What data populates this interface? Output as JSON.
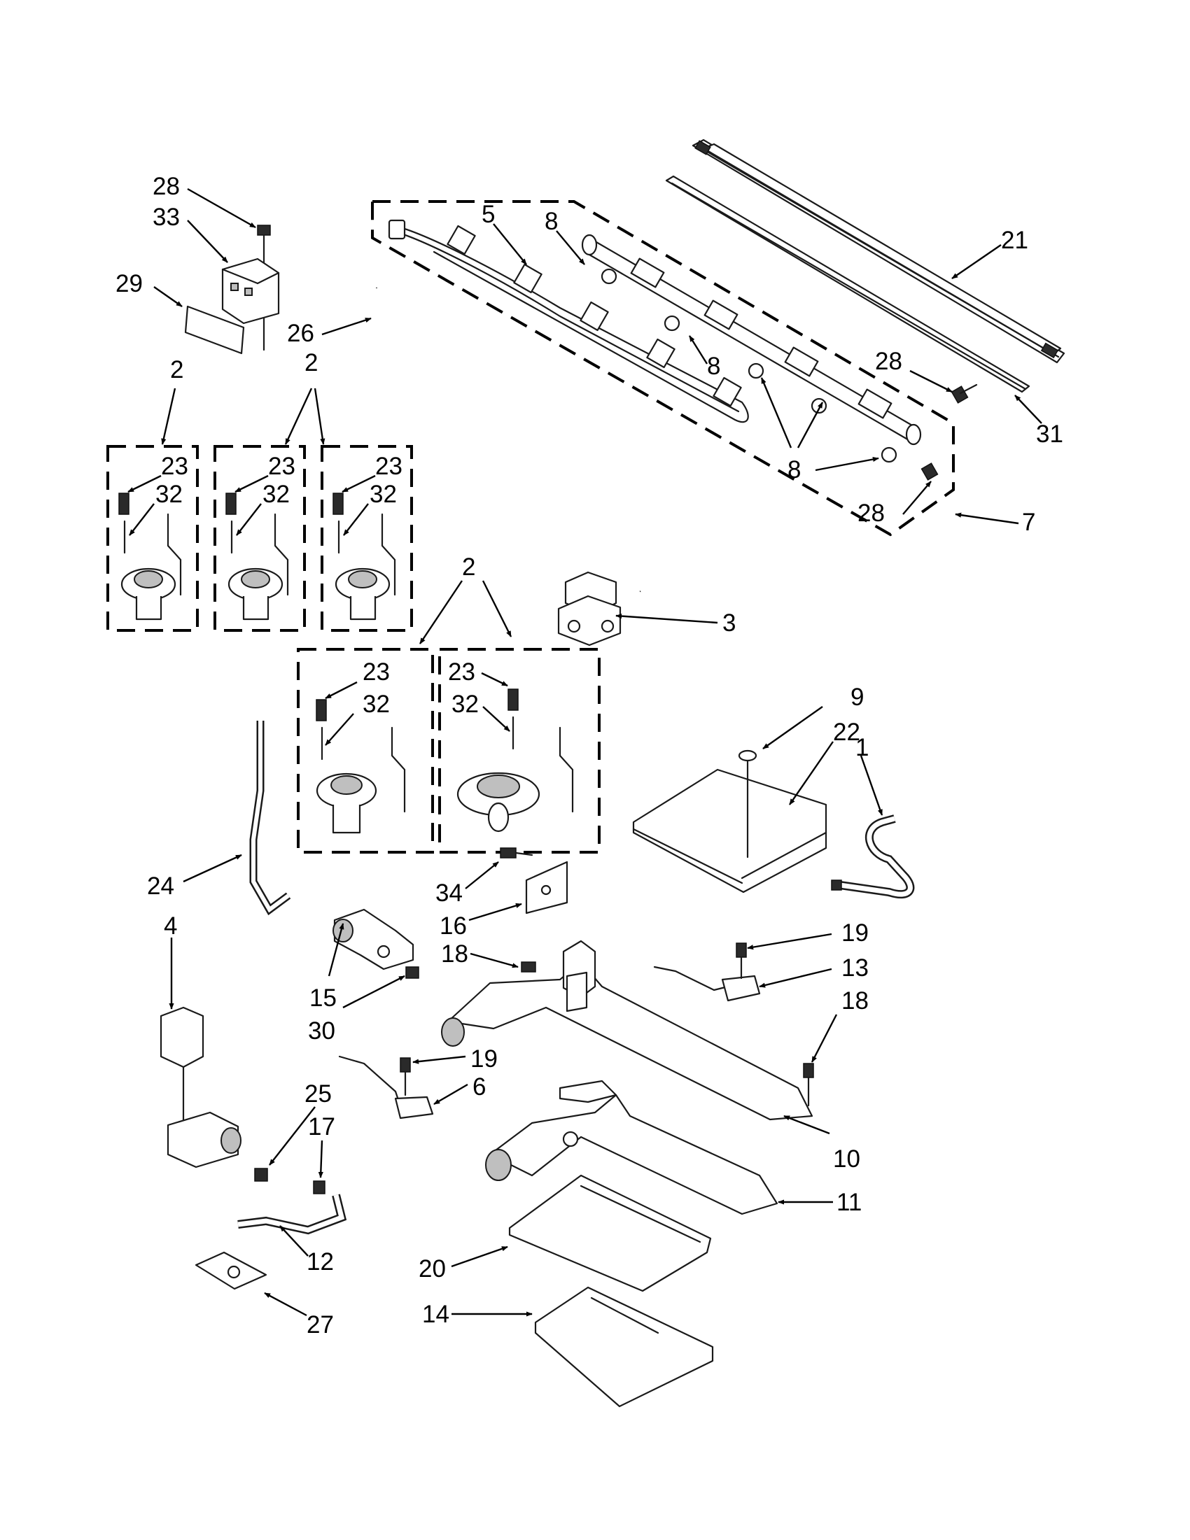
{
  "callouts": [
    "1",
    "2",
    "3",
    "4",
    "5",
    "6",
    "7",
    "8",
    "9",
    "10",
    "11",
    "12",
    "13",
    "14",
    "15",
    "16",
    "17",
    "18",
    "19",
    "20",
    "21",
    "22",
    "23",
    "24",
    "25",
    "26",
    "27",
    "28",
    "29",
    "30",
    "31",
    "32",
    "33",
    "34"
  ],
  "icons": {
    "arrow": "arrowhead",
    "group_boundary": "dashed-outline"
  }
}
